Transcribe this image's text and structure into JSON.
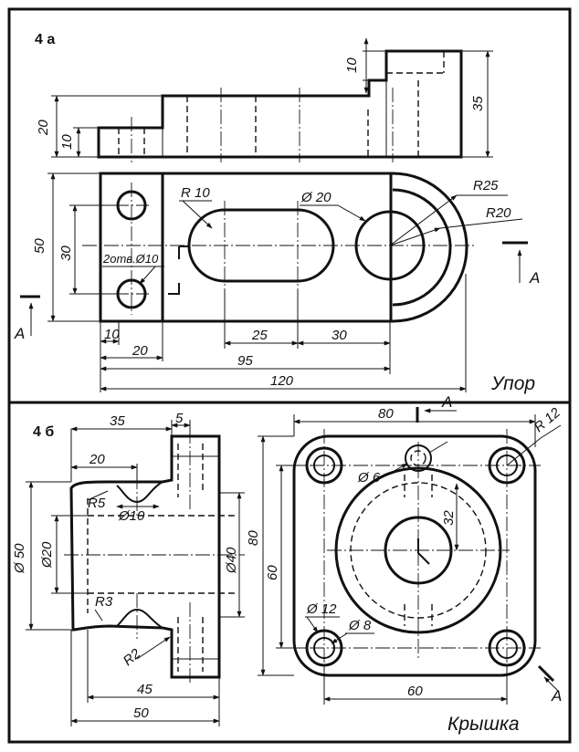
{
  "top_panel": {
    "label": "4 а",
    "title": "Упор",
    "section_marker": "A",
    "dimensions": {
      "d10_height": "10",
      "d35_height": "35",
      "d20_height": "20",
      "d10_small": "10",
      "d50_height": "50",
      "d30_height": "30",
      "r10": "R 10",
      "dia20": "Ø 20",
      "r25": "R25",
      "r20": "R20",
      "holes": "2отв.Ø10",
      "d10_bottom": "10",
      "d20_bottom": "20",
      "d25_bottom": "25",
      "d30_bottom": "30",
      "d95_bottom": "95",
      "d120_bottom": "120"
    }
  },
  "bottom_panel": {
    "label": "4 б",
    "title": "Крышка",
    "section_marker": "A",
    "left_view": {
      "d35": "35",
      "d5": "5",
      "d20": "20",
      "r5": "R5",
      "dia10": "Ø10",
      "dia50": "Ø 50",
      "dia20": "Ø20",
      "dia40": "Ø40",
      "r3": "R3",
      "r2": "R2",
      "d45": "45",
      "d50": "50"
    },
    "right_view": {
      "d80_top": "80",
      "r12": "R 12",
      "dia6": "Ø 6",
      "d32": "32",
      "d80_left": "80",
      "d60_left": "60",
      "dia12": "Ø 12",
      "dia8": "Ø 8",
      "d60_bottom": "60"
    }
  }
}
